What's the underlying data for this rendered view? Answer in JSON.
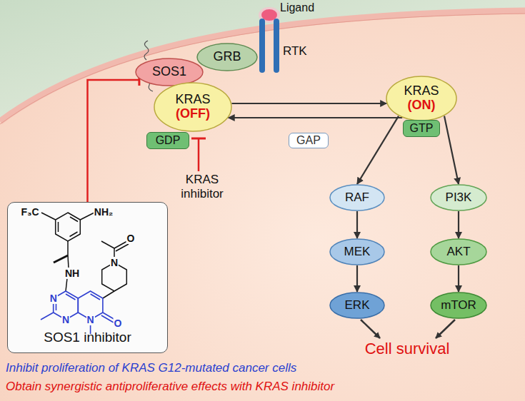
{
  "diagram": {
    "nodes": [
      {
        "text": [
          "GRB"
        ]
      },
      {
        "text": [
          "SOS1"
        ]
      },
      {
        "text": [
          "KRAS",
          "(OFF)"
        ]
      },
      {
        "text": [
          "GDP"
        ]
      },
      {
        "text": [
          "GAP"
        ]
      },
      {
        "text": [
          "KRAS",
          "(ON)"
        ]
      },
      {
        "text": [
          "GTP"
        ]
      },
      {
        "text": [
          "RAF"
        ]
      },
      {
        "text": [
          "MEK"
        ]
      },
      {
        "text": [
          "ERK"
        ]
      },
      {
        "text": [
          "PI3K"
        ]
      },
      {
        "text": [
          "AKT"
        ]
      },
      {
        "text": [
          "mTOR"
        ]
      },
      {
        "text": [
          "SOS1 inhibitor"
        ]
      }
    ],
    "edges": [
      {
        "from": 13,
        "to": 1,
        "arrow": "to"
      },
      {
        "from": 2,
        "to": 5,
        "arrow": "to"
      },
      {
        "from": 5,
        "to": 2,
        "arrow": "to"
      },
      {
        "from": 5,
        "to": 7,
        "arrow": "to"
      },
      {
        "from": 5,
        "to": 10,
        "arrow": "to"
      },
      {
        "from": 7,
        "to": 8,
        "arrow": "to"
      },
      {
        "from": 8,
        "to": 9,
        "arrow": "to"
      },
      {
        "from": 10,
        "to": 11,
        "arrow": "to"
      },
      {
        "from": 11,
        "to": 12,
        "arrow": "to"
      }
    ],
    "labels": [
      "Ligand",
      "RTK",
      "KRAS inhibitor",
      "Cell survival",
      "Inhibit proliferation of KRAS G12-mutated cancer cells",
      "Obtain synergistic antiproliferative effects with KRAS inhibitor",
      "F₃C",
      "NH₂",
      "O",
      "N",
      "NH",
      "N",
      "N",
      "N",
      "O"
    ]
  }
}
